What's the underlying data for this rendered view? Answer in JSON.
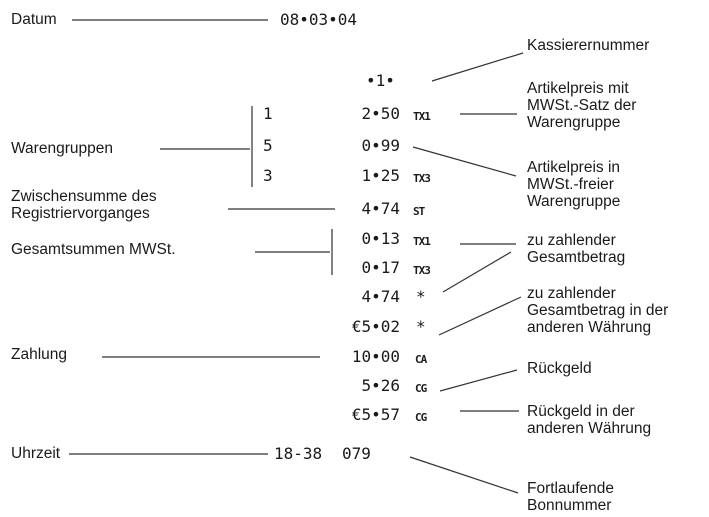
{
  "left_labels": {
    "datum": "Datum",
    "warengruppen": "Warengruppen",
    "zwischensumme_1": "Zwischensumme des",
    "zwischensumme_2": "Registriervorganges",
    "gesamtsummen": "Gesamtsummen MWSt.",
    "zahlung": "Zahlung",
    "uhrzeit": "Uhrzeit"
  },
  "right_labels": {
    "kassierer": "Kassierernummer",
    "artikelpreis_mwst_1": "Artikelpreis mit",
    "artikelpreis_mwst_2": "MWSt.-Satz der",
    "artikelpreis_mwst_3": "Warengruppe",
    "artikelpreis_frei_1": "Artikelpreis in",
    "artikelpreis_frei_2": "MWSt.-freier",
    "artikelpreis_frei_3": "Warengruppe",
    "gesamtbetrag_1": "zu zahlender",
    "gesamtbetrag_2": "Gesamtbetrag",
    "andere_waehrung_1": "zu zahlender",
    "andere_waehrung_2": "Gesamtbetrag in der",
    "andere_waehrung_3": "anderen Währung",
    "rueckgeld": "Rückgeld",
    "rueckgeld_andere_1": "Rückgeld in der",
    "rueckgeld_andere_2": "anderen Währung",
    "bonnummer_1": "Fortlaufende",
    "bonnummer_2": "Bonnummer"
  },
  "receipt": {
    "date": "08•03•04",
    "cashier": "•1•",
    "groups": [
      {
        "group": "1",
        "price": "2•50",
        "code": "TX1"
      },
      {
        "group": "5",
        "price": "0•99",
        "code": ""
      },
      {
        "group": "3",
        "price": "1•25",
        "code": "TX3"
      }
    ],
    "subtotal": {
      "value": "4•74",
      "code": "ST"
    },
    "tax_totals": [
      {
        "value": "0•13",
        "code": "TX1"
      },
      {
        "value": "0•17",
        "code": "TX3"
      }
    ],
    "total": {
      "value": "4•74",
      "code": "*"
    },
    "total_other": {
      "value": "€5•02",
      "code": "*"
    },
    "payment": {
      "value": "10•00",
      "code": "CA"
    },
    "change": {
      "value": "5•26",
      "code": "CG"
    },
    "change_other": {
      "value": "€5•57",
      "code": "CG"
    },
    "time": "18-38",
    "receipt_no": "079"
  }
}
